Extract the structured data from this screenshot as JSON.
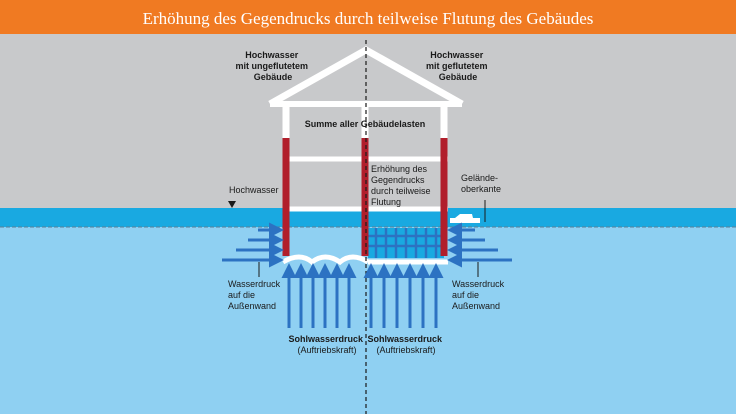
{
  "title": "Erhöhung des Gegendrucks durch teilweise Flutung des Gebäudes",
  "colors": {
    "header": "#F07A22",
    "sky": "#C8C9CB",
    "water_surface": "#19A9E1",
    "water": "#8FD0F2",
    "arrow": "#2C72C2",
    "wall_red": "#B11E2B",
    "white": "#FFFFFF",
    "text": "#1A1A1A"
  },
  "labels": {
    "left_case": [
      "Hochwasser",
      "mit ungeflutetem",
      "Gebäude"
    ],
    "right_case": [
      "Hochwasser",
      "mit geflutetem",
      "Gebäude"
    ],
    "building_loads": "Summe aller Gebäudelasten",
    "counter_pressure": [
      "Erhöhung des",
      "Gegendrucks",
      "durch teilweise",
      "Flutung"
    ],
    "flood": "Hochwasser",
    "ground_edge": [
      "Gelände-",
      "oberkante"
    ],
    "water_pressure_left": [
      "Wasserdruck",
      "auf die",
      "Außenwand"
    ],
    "water_pressure_right": [
      "Wasserdruck",
      "auf die",
      "Außenwand"
    ],
    "uplift_left": [
      "Sohlwasserdruck",
      "(Auftriebskraft)"
    ],
    "uplift_right": [
      "Sohlwasserdruck",
      "(Auftriebskraft)"
    ]
  }
}
